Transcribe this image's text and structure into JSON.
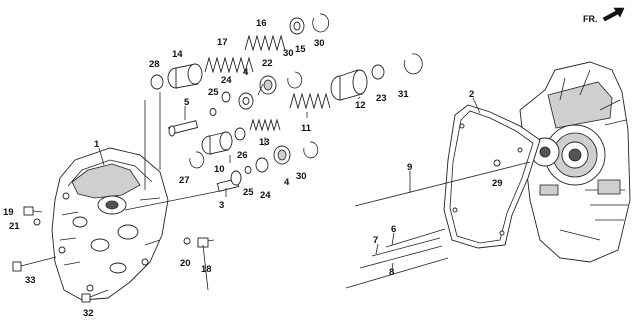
{
  "diagram": {
    "direction_label": "FR.",
    "callouts": [
      {
        "id": "c1",
        "label": "1"
      },
      {
        "id": "c2",
        "label": "2"
      },
      {
        "id": "c3",
        "label": "3"
      },
      {
        "id": "c4a",
        "label": "4"
      },
      {
        "id": "c4b",
        "label": "4"
      },
      {
        "id": "c5",
        "label": "5"
      },
      {
        "id": "c6",
        "label": "6"
      },
      {
        "id": "c7",
        "label": "7"
      },
      {
        "id": "c8",
        "label": "8"
      },
      {
        "id": "c9",
        "label": "9"
      },
      {
        "id": "c10",
        "label": "10"
      },
      {
        "id": "c11",
        "label": "11"
      },
      {
        "id": "c12",
        "label": "12"
      },
      {
        "id": "c13",
        "label": "13"
      },
      {
        "id": "c14",
        "label": "14"
      },
      {
        "id": "c15",
        "label": "15"
      },
      {
        "id": "c16",
        "label": "16"
      },
      {
        "id": "c17",
        "label": "17"
      },
      {
        "id": "c18",
        "label": "18"
      },
      {
        "id": "c19",
        "label": "19"
      },
      {
        "id": "c20",
        "label": "20"
      },
      {
        "id": "c21",
        "label": "21"
      },
      {
        "id": "c22",
        "label": "22"
      },
      {
        "id": "c23",
        "label": "23"
      },
      {
        "id": "c24a",
        "label": "24"
      },
      {
        "id": "c24b",
        "label": "24"
      },
      {
        "id": "c25a",
        "label": "25"
      },
      {
        "id": "c25b",
        "label": "25"
      },
      {
        "id": "c26",
        "label": "26"
      },
      {
        "id": "c27",
        "label": "27"
      },
      {
        "id": "c28",
        "label": "28"
      },
      {
        "id": "c29",
        "label": "29"
      },
      {
        "id": "c30a",
        "label": "30"
      },
      {
        "id": "c30b",
        "label": "30"
      },
      {
        "id": "c30c",
        "label": "30"
      },
      {
        "id": "c31",
        "label": "31"
      },
      {
        "id": "c32",
        "label": "32"
      },
      {
        "id": "c33",
        "label": "33"
      }
    ]
  }
}
